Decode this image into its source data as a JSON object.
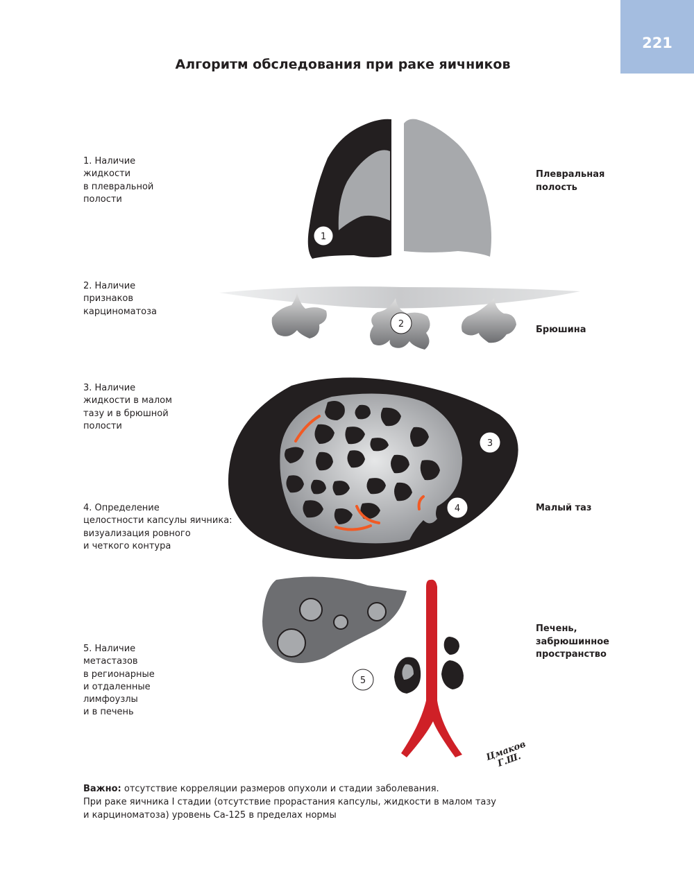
{
  "page": {
    "number": "221",
    "title": "Алгоритм обследования при раке яичников"
  },
  "steps": [
    {
      "number": "1",
      "text": "1. Наличие\nжидкости\nв плевральной\nполости",
      "region": "Плевральная\nполость"
    },
    {
      "number": "2",
      "text": "2. Наличие\nпризнаков\nкарциноматоза",
      "region": "Брюшина"
    },
    {
      "number": "3",
      "text": "3. Наличие\nжидкости в малом\nтазу и в брюшной\nполости",
      "region": "Малый таз"
    },
    {
      "number": "4",
      "text": "4. Определение\nцелостности капсулы яичника:\nвизуализация ровного\nи четкого контура",
      "region": ""
    },
    {
      "number": "5",
      "text": "5. Наличие\nметастазов\nв регионарные\nи отдаленные\nлимфоузлы\nи в печень",
      "region": "Печень,\nзабрюшинное\nпространство"
    }
  ],
  "signature": "Цмаков\nГ.Ш.",
  "note": {
    "bold": "Важно:",
    "line1": " отсутствие корреляции размеров опухоли и стадии заболевания.",
    "line2": "При раке яичника I стадии (отсутствие прорастания капсулы, жидкости в малом тазу",
    "line3": "и карциноматоза) уровень Ca-125 в пределах нормы"
  },
  "colors": {
    "tab": "#a4bde0",
    "black": "#231f20",
    "grey_light": "#a7a9ac",
    "grey_dark": "#6d6e71",
    "red": "#cf2027",
    "orange": "#f15a24"
  }
}
